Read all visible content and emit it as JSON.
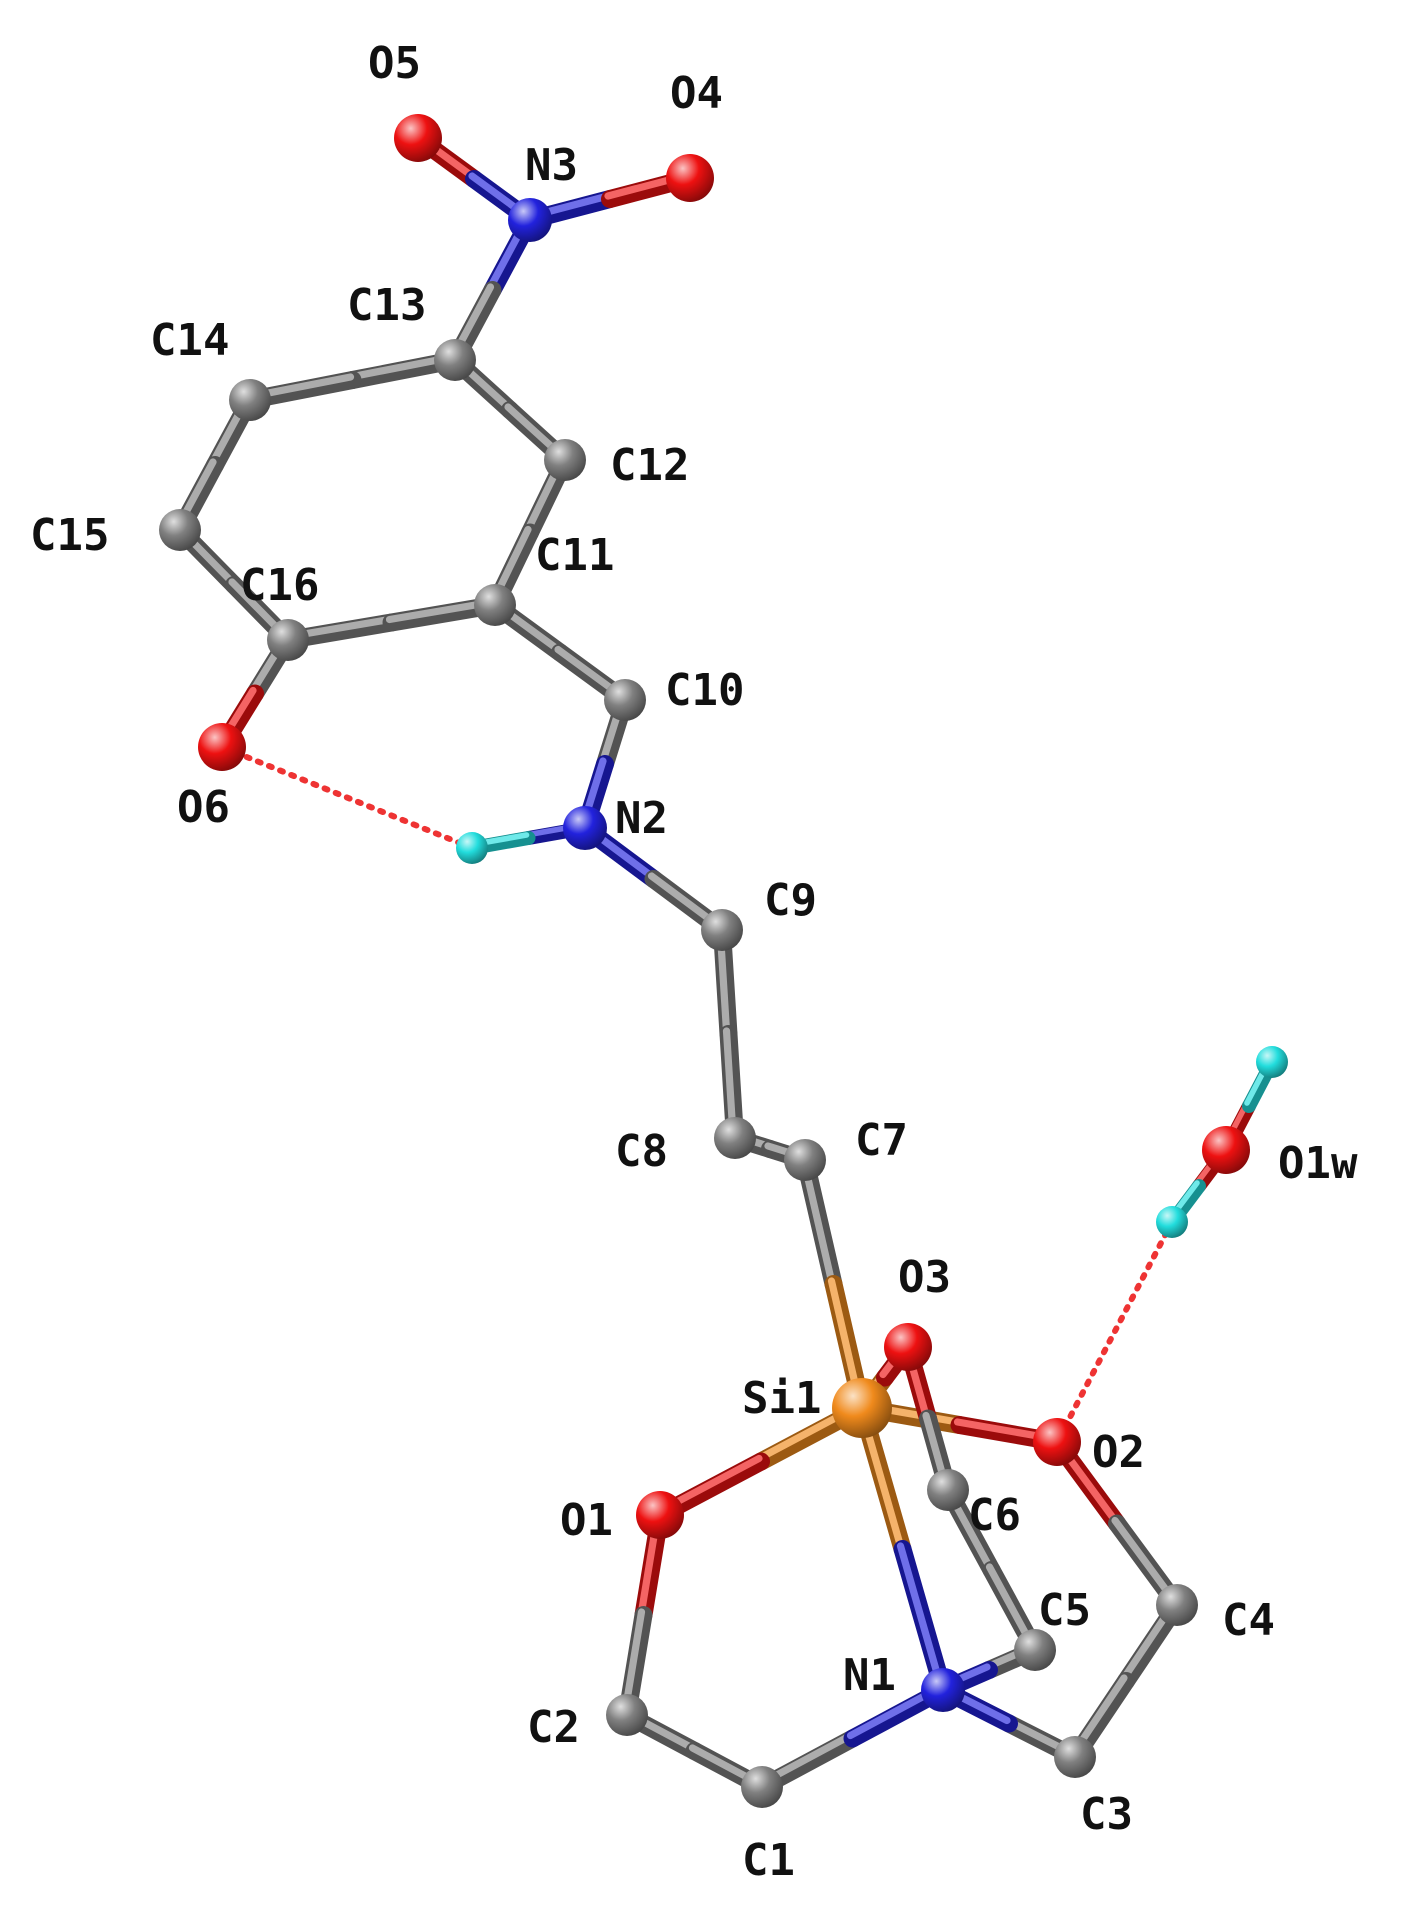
{
  "molecule": {
    "atoms": [
      {
        "id": "O5",
        "element": "O",
        "label": "O5"
      },
      {
        "id": "O4",
        "element": "O",
        "label": "O4"
      },
      {
        "id": "N3",
        "element": "N",
        "label": "N3"
      },
      {
        "id": "C13",
        "element": "C",
        "label": "C13"
      },
      {
        "id": "C14",
        "element": "C",
        "label": "C14"
      },
      {
        "id": "C12",
        "element": "C",
        "label": "C12"
      },
      {
        "id": "C15",
        "element": "C",
        "label": "C15"
      },
      {
        "id": "C16",
        "element": "C",
        "label": "C16"
      },
      {
        "id": "C11",
        "element": "C",
        "label": "C11"
      },
      {
        "id": "C10",
        "element": "C",
        "label": "C10"
      },
      {
        "id": "O6",
        "element": "O",
        "label": "O6"
      },
      {
        "id": "N2",
        "element": "N",
        "label": "N2"
      },
      {
        "id": "H2",
        "element": "H",
        "label": ""
      },
      {
        "id": "C9",
        "element": "C",
        "label": "C9"
      },
      {
        "id": "C8",
        "element": "C",
        "label": "C8"
      },
      {
        "id": "C7",
        "element": "C",
        "label": "C7"
      },
      {
        "id": "O1w",
        "element": "O",
        "label": "O1w"
      },
      {
        "id": "Hw1",
        "element": "H",
        "label": ""
      },
      {
        "id": "Hw2",
        "element": "H",
        "label": ""
      },
      {
        "id": "O3",
        "element": "O",
        "label": "O3"
      },
      {
        "id": "Si1",
        "element": "Si",
        "label": "Si1"
      },
      {
        "id": "O2",
        "element": "O",
        "label": "O2"
      },
      {
        "id": "O1",
        "element": "O",
        "label": "O1"
      },
      {
        "id": "C6",
        "element": "C",
        "label": "C6"
      },
      {
        "id": "C4",
        "element": "C",
        "label": "C4"
      },
      {
        "id": "C5",
        "element": "C",
        "label": "C5"
      },
      {
        "id": "N1",
        "element": "N",
        "label": "N1"
      },
      {
        "id": "C2",
        "element": "C",
        "label": "C2"
      },
      {
        "id": "C3",
        "element": "C",
        "label": "C3"
      },
      {
        "id": "C1",
        "element": "C",
        "label": "C1"
      }
    ],
    "bonds": [
      {
        "a": "O5",
        "b": "N3"
      },
      {
        "a": "N3",
        "b": "O4"
      },
      {
        "a": "N3",
        "b": "C13"
      },
      {
        "a": "C13",
        "b": "C14"
      },
      {
        "a": "C13",
        "b": "C12"
      },
      {
        "a": "C14",
        "b": "C15"
      },
      {
        "a": "C15",
        "b": "C16"
      },
      {
        "a": "C16",
        "b": "C11"
      },
      {
        "a": "C12",
        "b": "C11"
      },
      {
        "a": "C16",
        "b": "O6"
      },
      {
        "a": "C11",
        "b": "C10"
      },
      {
        "a": "C10",
        "b": "N2"
      },
      {
        "a": "N2",
        "b": "H2"
      },
      {
        "a": "N2",
        "b": "C9"
      },
      {
        "a": "C9",
        "b": "C8"
      },
      {
        "a": "C8",
        "b": "C7"
      },
      {
        "a": "C7",
        "b": "Si1"
      },
      {
        "a": "Si1",
        "b": "O3"
      },
      {
        "a": "Si1",
        "b": "O2"
      },
      {
        "a": "Si1",
        "b": "O1"
      },
      {
        "a": "Si1",
        "b": "N1"
      },
      {
        "a": "O3",
        "b": "C6"
      },
      {
        "a": "C6",
        "b": "C5"
      },
      {
        "a": "C5",
        "b": "N1"
      },
      {
        "a": "O2",
        "b": "C4"
      },
      {
        "a": "C4",
        "b": "C3"
      },
      {
        "a": "C3",
        "b": "N1"
      },
      {
        "a": "O1",
        "b": "C2"
      },
      {
        "a": "C2",
        "b": "C1"
      },
      {
        "a": "C1",
        "b": "N1"
      },
      {
        "a": "O1w",
        "b": "Hw1"
      },
      {
        "a": "O1w",
        "b": "Hw2"
      }
    ],
    "hydrogen_bonds": [
      {
        "donor_h": "H2",
        "acceptor": "O6"
      },
      {
        "donor_h": "Hw2",
        "acceptor": "O2"
      }
    ]
  },
  "colors": {
    "C": "#808080",
    "N": "#2222dd",
    "O": "#ee1111",
    "H": "#22dddd",
    "Si": "#f08a1c",
    "hbond": "#ee3333",
    "background": "#ffffff"
  }
}
